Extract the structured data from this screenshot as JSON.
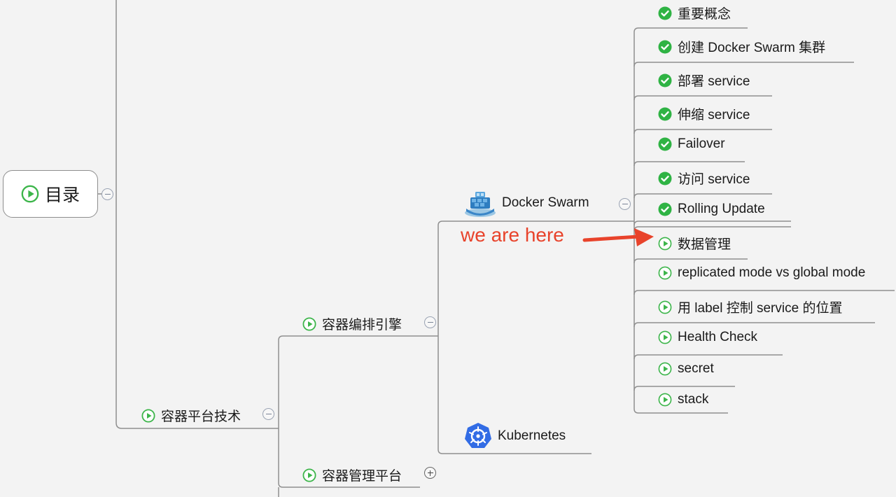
{
  "root": {
    "label": "目录"
  },
  "branches": {
    "platform_tech": "容器平台技术",
    "orchestration": "容器编排引擎",
    "management": "容器管理平台"
  },
  "engines": {
    "docker_swarm": "Docker Swarm",
    "kubernetes": "Kubernetes"
  },
  "annotation": "we are here",
  "swarm_topics": [
    {
      "label": "重要概念",
      "done": true
    },
    {
      "label": "创建 Docker Swarm 集群",
      "done": true
    },
    {
      "label": "部署 service",
      "done": true
    },
    {
      "label": "伸缩 service",
      "done": true
    },
    {
      "label": "Failover",
      "done": true
    },
    {
      "label": "访问 service",
      "done": true
    },
    {
      "label": "Rolling Update",
      "done": true
    },
    {
      "label": "数据管理",
      "done": false
    },
    {
      "label": "replicated mode vs global mode",
      "done": false
    },
    {
      "label": "用 label 控制 service 的位置",
      "done": false
    },
    {
      "label": "Health Check",
      "done": false
    },
    {
      "label": "secret",
      "done": false
    },
    {
      "label": "stack",
      "done": false
    }
  ],
  "colors": {
    "done_icon": "#2fb344",
    "play_icon": "#3cb54a",
    "annotation": "#e8432b",
    "line": "#8f8f8f",
    "kubernetes_blue": "#326ce5"
  }
}
